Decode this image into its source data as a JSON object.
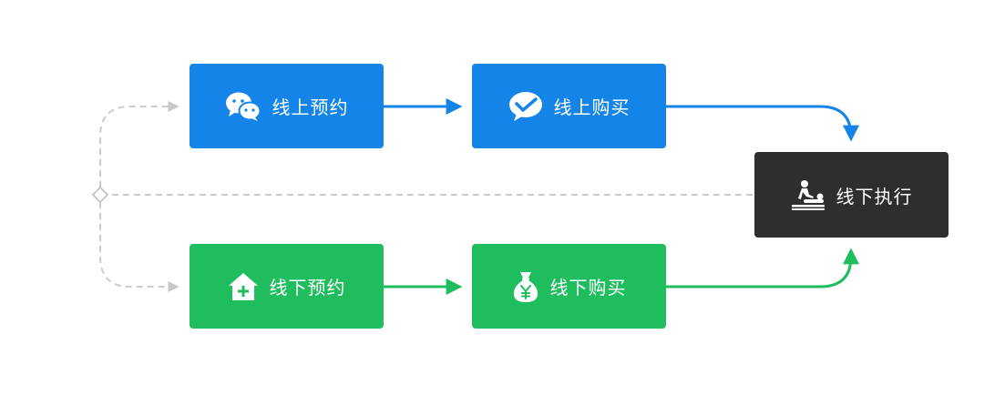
{
  "diagram": {
    "nodes": {
      "online_reservation": {
        "label": "线上预约",
        "icon": "wechat-icon",
        "color": "#1584e8"
      },
      "online_purchase": {
        "label": "线上购买",
        "icon": "wechat-pay-icon",
        "color": "#1584e8"
      },
      "offline_reservation": {
        "label": "线下预约",
        "icon": "clinic-house-icon",
        "color": "#1fbd5e"
      },
      "offline_purchase": {
        "label": "线下购买",
        "icon": "money-bag-icon",
        "color": "#1fbd5e"
      },
      "offline_execution": {
        "label": "线下执行",
        "icon": "massage-icon",
        "color": "#2e2e2e"
      }
    },
    "edges": [
      {
        "from": "branch",
        "to": "online_reservation",
        "style": "dashed"
      },
      {
        "from": "branch",
        "to": "offline_reservation",
        "style": "dashed"
      },
      {
        "from": "offline_execution",
        "to": "branch",
        "style": "dashed"
      },
      {
        "from": "online_reservation",
        "to": "online_purchase",
        "style": "solid"
      },
      {
        "from": "online_purchase",
        "to": "offline_execution",
        "style": "solid"
      },
      {
        "from": "offline_reservation",
        "to": "offline_purchase",
        "style": "solid"
      },
      {
        "from": "offline_purchase",
        "to": "offline_execution",
        "style": "solid"
      }
    ],
    "colors": {
      "online": "#1584e8",
      "offline": "#1fbd5e",
      "execution": "#2e2e2e",
      "dashed": "#cccccc"
    }
  }
}
